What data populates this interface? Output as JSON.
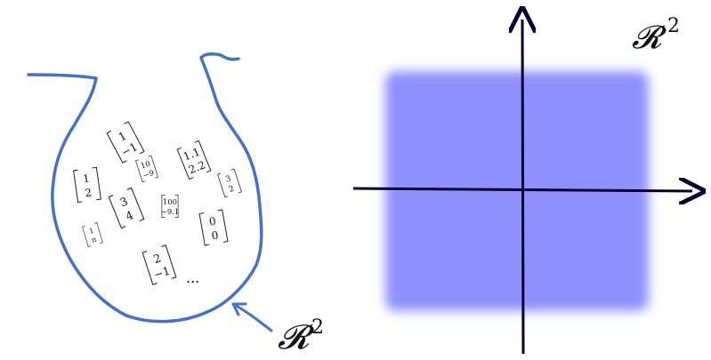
{
  "colors": {
    "bag_outline": "#4472c4",
    "plane_fill": "#9090ff",
    "axis": "#000033",
    "text": "#111111"
  },
  "left_panel": {
    "set_label": "𝓡",
    "set_label_exp": "2",
    "ellipsis": "...",
    "vectors": [
      {
        "top": "1",
        "bottom": "−1"
      },
      {
        "top": "10",
        "bottom": "−9"
      },
      {
        "top": "1.1",
        "bottom": "2.2"
      },
      {
        "top": "3",
        "bottom": "2"
      },
      {
        "top": "1",
        "bottom": "2"
      },
      {
        "top": "3",
        "bottom": "4"
      },
      {
        "top": "100",
        "bottom": "−9.1"
      },
      {
        "top": "0",
        "bottom": "0"
      },
      {
        "top": "1",
        "bottom": "π"
      },
      {
        "top": "2",
        "bottom": "−1"
      }
    ]
  },
  "right_panel": {
    "plane_label": "𝓡",
    "plane_label_exp": "2"
  }
}
